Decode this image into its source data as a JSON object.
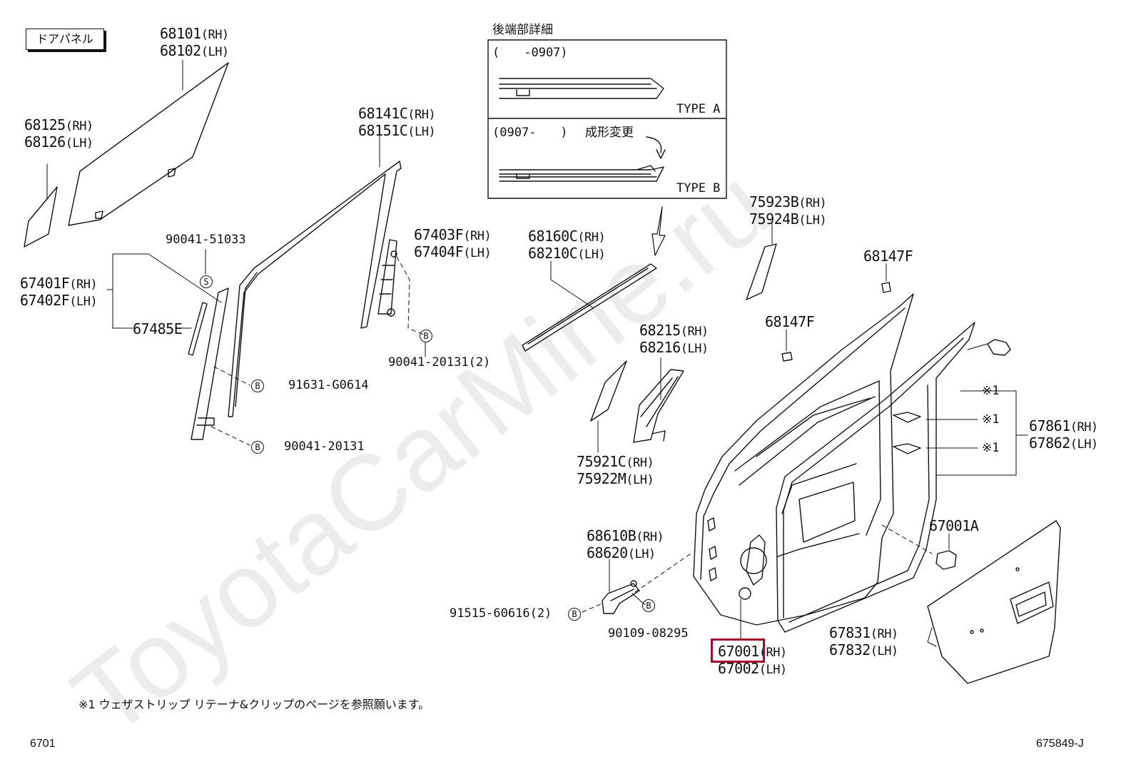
{
  "header": {
    "door_panel_tag": "ドアパネル"
  },
  "detail": {
    "title": "後端部詳細",
    "type_a": {
      "period": "(　　-0907)",
      "label": "TYPE A"
    },
    "type_b": {
      "period": "(0907-　　)",
      "change": "成形変更",
      "label": "TYPE B"
    }
  },
  "parts": [
    {
      "id": "p-68101",
      "top": "68101",
      "top_side": "(RH)",
      "bottom": "68102",
      "bottom_side": "(LH)"
    },
    {
      "id": "p-68125",
      "top": "68125",
      "top_side": "(RH)",
      "bottom": "68126",
      "bottom_side": "(LH)"
    },
    {
      "id": "p-68141c",
      "top": "68141C",
      "top_side": "(RH)",
      "bottom": "68151C",
      "bottom_side": "(LH)"
    },
    {
      "id": "p-67403f",
      "top": "67403F",
      "top_side": "(RH)",
      "bottom": "67404F",
      "bottom_side": "(LH)"
    },
    {
      "id": "p-67401f",
      "top": "67401F",
      "top_side": "(RH)",
      "bottom": "67402F",
      "bottom_side": "(LH)"
    },
    {
      "id": "p-68160c",
      "top": "68160C",
      "top_side": "(RH)",
      "bottom": "68210C",
      "bottom_side": "(LH)"
    },
    {
      "id": "p-75923b",
      "top": "75923B",
      "top_side": "(RH)",
      "bottom": "75924B",
      "bottom_side": "(LH)"
    },
    {
      "id": "p-68215",
      "top": "68215",
      "top_side": "(RH)",
      "bottom": "68216",
      "bottom_side": "(LH)"
    },
    {
      "id": "p-75921c",
      "top": "75921C",
      "top_side": "(RH)",
      "bottom": "75922M",
      "bottom_side": "(LH)"
    },
    {
      "id": "p-67861",
      "top": "67861",
      "top_side": "(RH)",
      "bottom": "67862",
      "bottom_side": "(LH)"
    },
    {
      "id": "p-68610b",
      "top": "68610B",
      "top_side": "(RH)",
      "bottom": "68620",
      "bottom_side": "(LH)"
    },
    {
      "id": "p-67831",
      "top": "67831",
      "top_side": "(RH)",
      "bottom": "67832",
      "bottom_side": "(LH)"
    },
    {
      "id": "p-67001",
      "top": "67001",
      "top_side": "(RH)",
      "bottom": "67002",
      "bottom_side": "(LH)"
    }
  ],
  "single_parts": {
    "p67485e": "67485E",
    "p68147f_a": "68147F",
    "p68147f_b": "68147F",
    "p67001a": "67001A"
  },
  "fasteners": {
    "f90041_51033": "90041-51033",
    "f91631": "91631-G0614",
    "f90041_20131_a": "90041-20131",
    "f90041_20131_b": "90041-20131(2)",
    "f91515": "91515-60616(2)",
    "f90109": "90109-08295"
  },
  "callouts": {
    "b": "B",
    "s": "S",
    "ref1": "※1"
  },
  "footer": {
    "note": "※1 ウェザストリップ リテーナ&クリップのページを参照願います。",
    "page_code": "6701",
    "figure_code": "675849-J"
  },
  "watermark": "ToyotaCarMine.ru",
  "colors": {
    "highlight": "#a00c2a",
    "line": "#111111"
  }
}
